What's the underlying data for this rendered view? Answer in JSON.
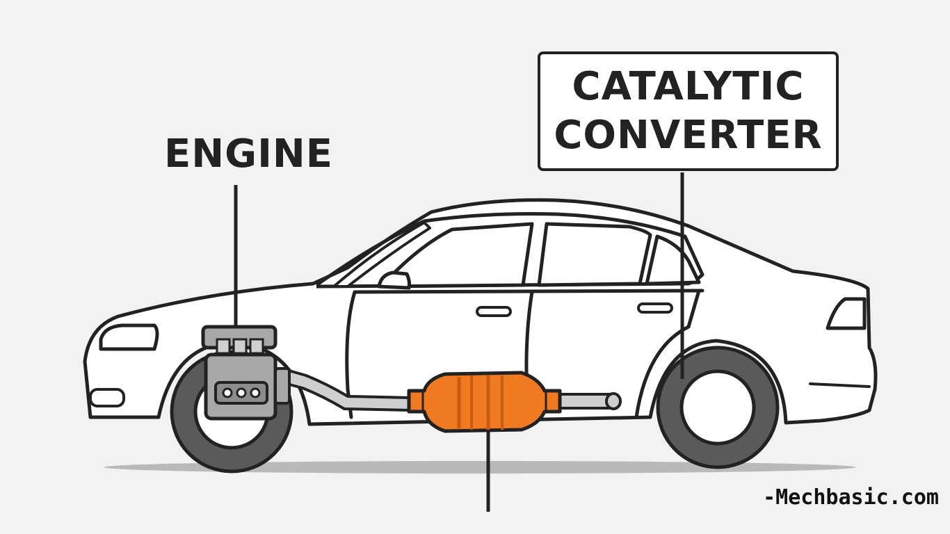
{
  "labels": {
    "engine": "ENGINE",
    "catalytic_converter_line1": "CATALYTIC",
    "catalytic_converter_line2": "CONVERTER"
  },
  "watermark": "-Mechbasic.com",
  "colors": {
    "background": "#f2f2f2",
    "outline": "#222222",
    "car_body": "#ffffff",
    "converter": "#f07a22",
    "converter_dark": "#c95a12",
    "engine": "#a8a8a8",
    "tire": "#5a5a5a",
    "exhaust_pipe": "#cfcfcf"
  }
}
